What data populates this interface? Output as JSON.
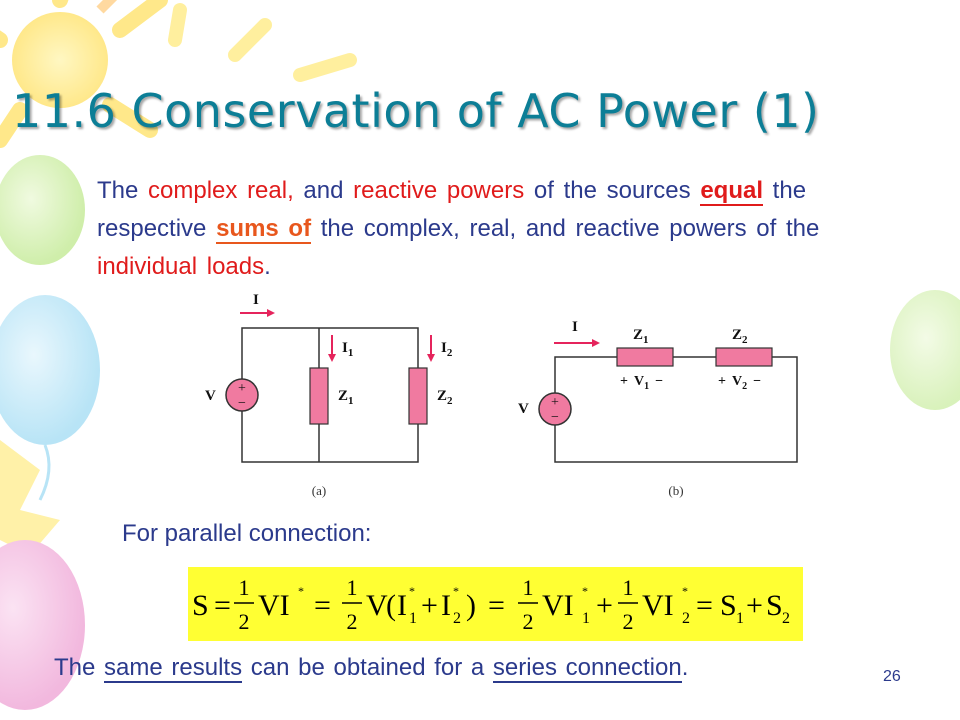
{
  "slide": {
    "title": "11.6 Conservation of AC Power (1)",
    "para": {
      "p1": "The ",
      "p2": "complex real,",
      "p3": " and ",
      "p4": "reactive powers",
      "p5": " of the sources ",
      "p6": "equal",
      "p7": " the respective ",
      "p8": "sums of",
      "p9": " the complex, real, and reactive powers of the ",
      "p10": "individual loads",
      "p11": "."
    },
    "subheading": "For parallel connection:",
    "bottom": {
      "b1": "The ",
      "b2": "same results",
      "b3": " can be obtained for a ",
      "b4": "series connection",
      "b5": "."
    },
    "page_number": "26"
  },
  "circuit_a": {
    "current": "I",
    "i1": "I",
    "i1_sub": "1",
    "i2": "I",
    "i2_sub": "2",
    "source": "V",
    "z1": "Z",
    "z1_sub": "1",
    "z2": "Z",
    "z2_sub": "2",
    "plus": "+",
    "minus": "−",
    "caption": "(a)"
  },
  "circuit_b": {
    "current": "I",
    "source": "V",
    "z1": "Z",
    "z1_sub": "1",
    "z2": "Z",
    "z2_sub": "2",
    "v1": "V",
    "v1_sub": "1",
    "v2": "V",
    "v2_sub": "2",
    "plus": "+",
    "minus": "−",
    "caption": "(b)"
  },
  "equation": {
    "S": "S",
    "eq": "=",
    "one": "1",
    "two": "2",
    "VI": "VI",
    "V": "V",
    "I": "I",
    "lparen": "(",
    "rparen": ")",
    "plus": "+",
    "star": "*",
    "sub1": "1",
    "sub2": "2",
    "S1": "S",
    "S2": "S"
  },
  "colors": {
    "title": "#0c7e96",
    "text": "#2b3a8c",
    "highlight_red": "#e01b1b",
    "highlight_orange": "#e8571d",
    "equation_bg": "#ffff33",
    "component_fill": "#f07aa0"
  }
}
